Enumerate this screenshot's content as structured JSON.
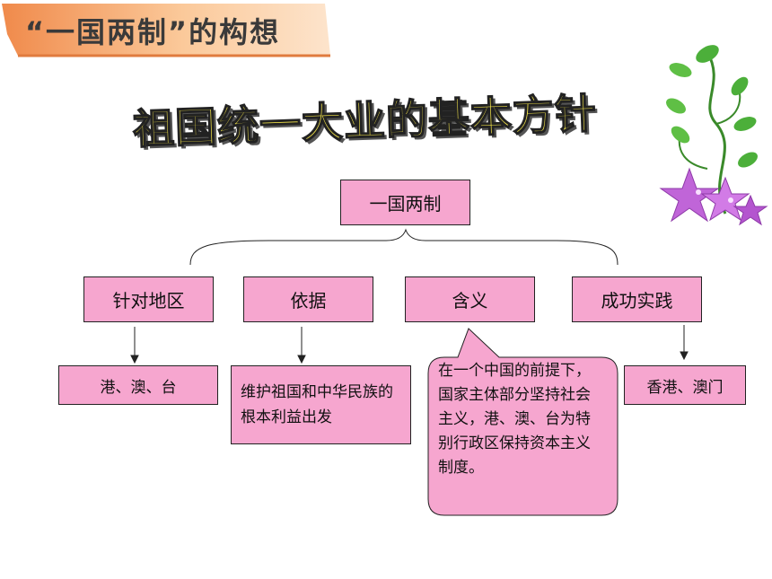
{
  "header": {
    "title": "“一国两制”的构想"
  },
  "main_title": "祖国统一大业的基本方针",
  "diagram": {
    "root": "一国两制",
    "categories": [
      "针对地区",
      "依据",
      "含义",
      "成功实践"
    ],
    "details": {
      "regions": "港、澳、台",
      "basis": "维护祖国和中华民族的根本利益出发",
      "meaning": "在一个中国的前提下，国家主体部分坚持社会主义，港、澳、台为特别行政区保持资本主义制度。",
      "practice": "香港、澳门"
    }
  },
  "colors": {
    "box_fill": "#f6a6cf",
    "banner_fill": "#f5a26a",
    "title_fill": "#f7e84a"
  },
  "decoration": {
    "icon": "flower-vine-icon"
  }
}
